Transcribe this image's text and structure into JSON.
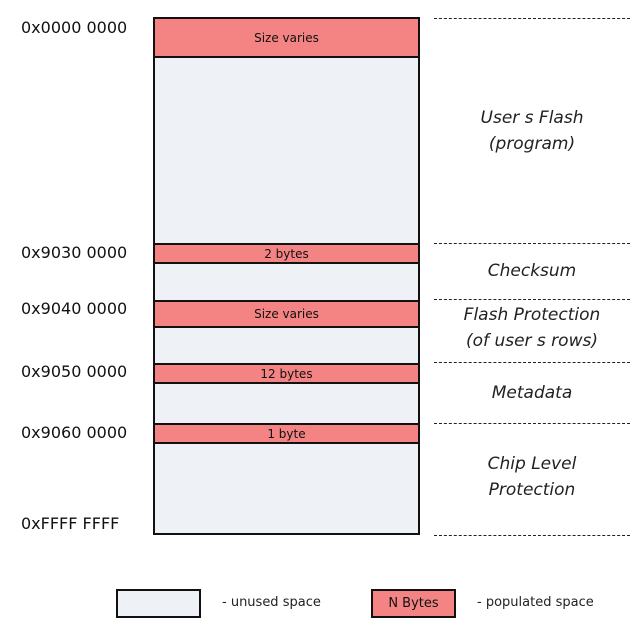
{
  "addresses": {
    "a0": "0x0000 0000",
    "a1": "0x9030 0000",
    "a2": "0x9040 0000",
    "a3": "0x9050 0000",
    "a4": "0x9060 0000",
    "a5": "0xFFFF FFFF"
  },
  "bands": {
    "user_flash": "Size varies",
    "checksum": "2 bytes",
    "flash_protection": "Size varies",
    "metadata": "12 bytes",
    "chip_protection": "1 byte"
  },
  "regions": {
    "user_flash_line1": "User s Flash",
    "user_flash_line2": "(program)",
    "checksum": "Checksum",
    "flash_protection_line1": "Flash Protection",
    "flash_protection_line2": "(of user s rows)",
    "metadata": "Metadata",
    "chip_protection_line1": "Chip Level",
    "chip_protection_line2": "Protection"
  },
  "legend": {
    "unused_label": "- unused space",
    "populated_box": "N Bytes",
    "populated_label": "- populated space"
  },
  "colors": {
    "unused": "#eef2f6",
    "populated": "#f48383"
  }
}
